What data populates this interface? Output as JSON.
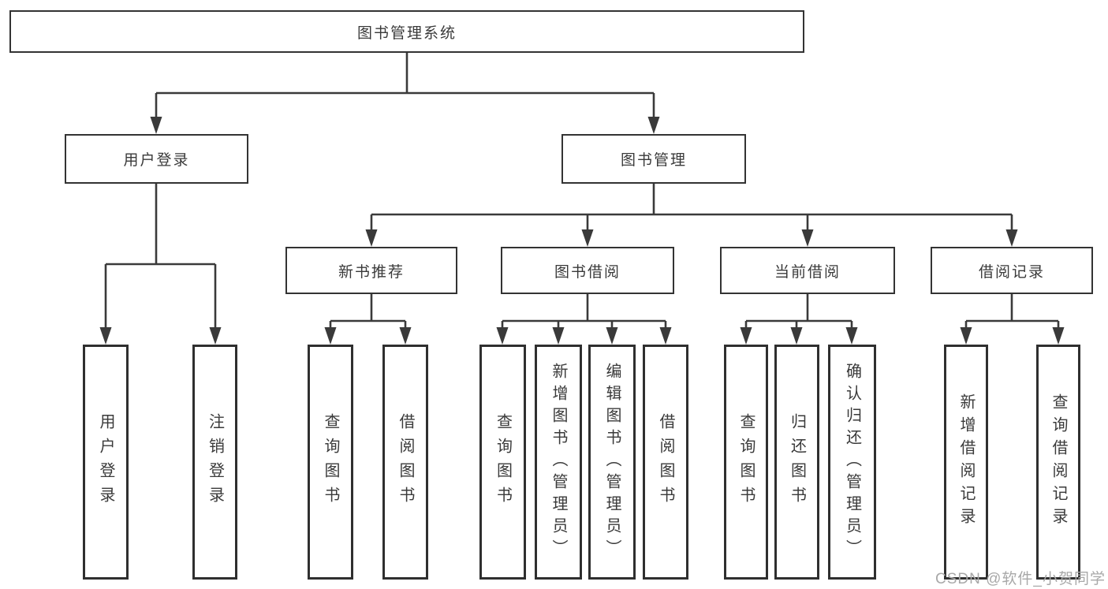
{
  "diagram": {
    "title": "图书管理系统",
    "tree": {
      "label": "图书管理系统",
      "children": [
        {
          "label": "用户登录",
          "children": [
            {
              "label": "用户登录"
            },
            {
              "label": "注销登录"
            }
          ]
        },
        {
          "label": "图书管理",
          "children": [
            {
              "label": "新书推荐",
              "children": [
                {
                  "label": "查询图书"
                },
                {
                  "label": "借阅图书"
                }
              ]
            },
            {
              "label": "图书借阅",
              "children": [
                {
                  "label": "查询图书"
                },
                {
                  "label": "新增图书（管理员）"
                },
                {
                  "label": "编辑图书（管理员）"
                },
                {
                  "label": "借阅图书"
                }
              ]
            },
            {
              "label": "当前借阅",
              "children": [
                {
                  "label": "查询图书"
                },
                {
                  "label": "归还图书"
                },
                {
                  "label": "确认归还（管理员）"
                }
              ]
            },
            {
              "label": "借阅记录",
              "children": [
                {
                  "label": "新增借阅记录"
                },
                {
                  "label": "查询借阅记录"
                }
              ]
            }
          ]
        }
      ]
    },
    "colors": {
      "line": "#3a3a3a",
      "box_border": "#333333",
      "text": "#3a3a3a",
      "watermark": "#a8a8a8"
    }
  },
  "watermark": {
    "text": "CSDN @软件_小贺同学"
  }
}
